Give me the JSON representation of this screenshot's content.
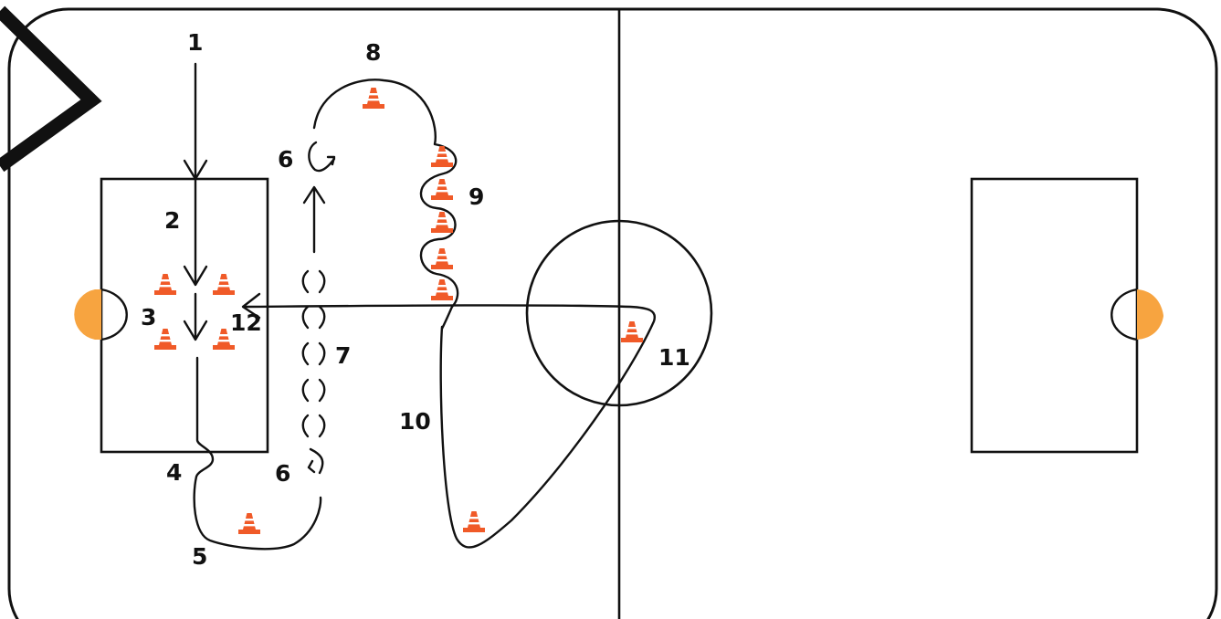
{
  "diagram": {
    "colors": {
      "line": "#111111",
      "cone": "#F05A28",
      "goal": "#F7A440",
      "field": "#FFFFFF"
    },
    "icons": [
      "cone-icon",
      "goal-crease-icon",
      "arrow-icon"
    ],
    "step_labels": [
      "1",
      "2",
      "3",
      "4",
      "5",
      "6",
      "6",
      "7",
      "8",
      "9",
      "10",
      "11",
      "12"
    ]
  }
}
